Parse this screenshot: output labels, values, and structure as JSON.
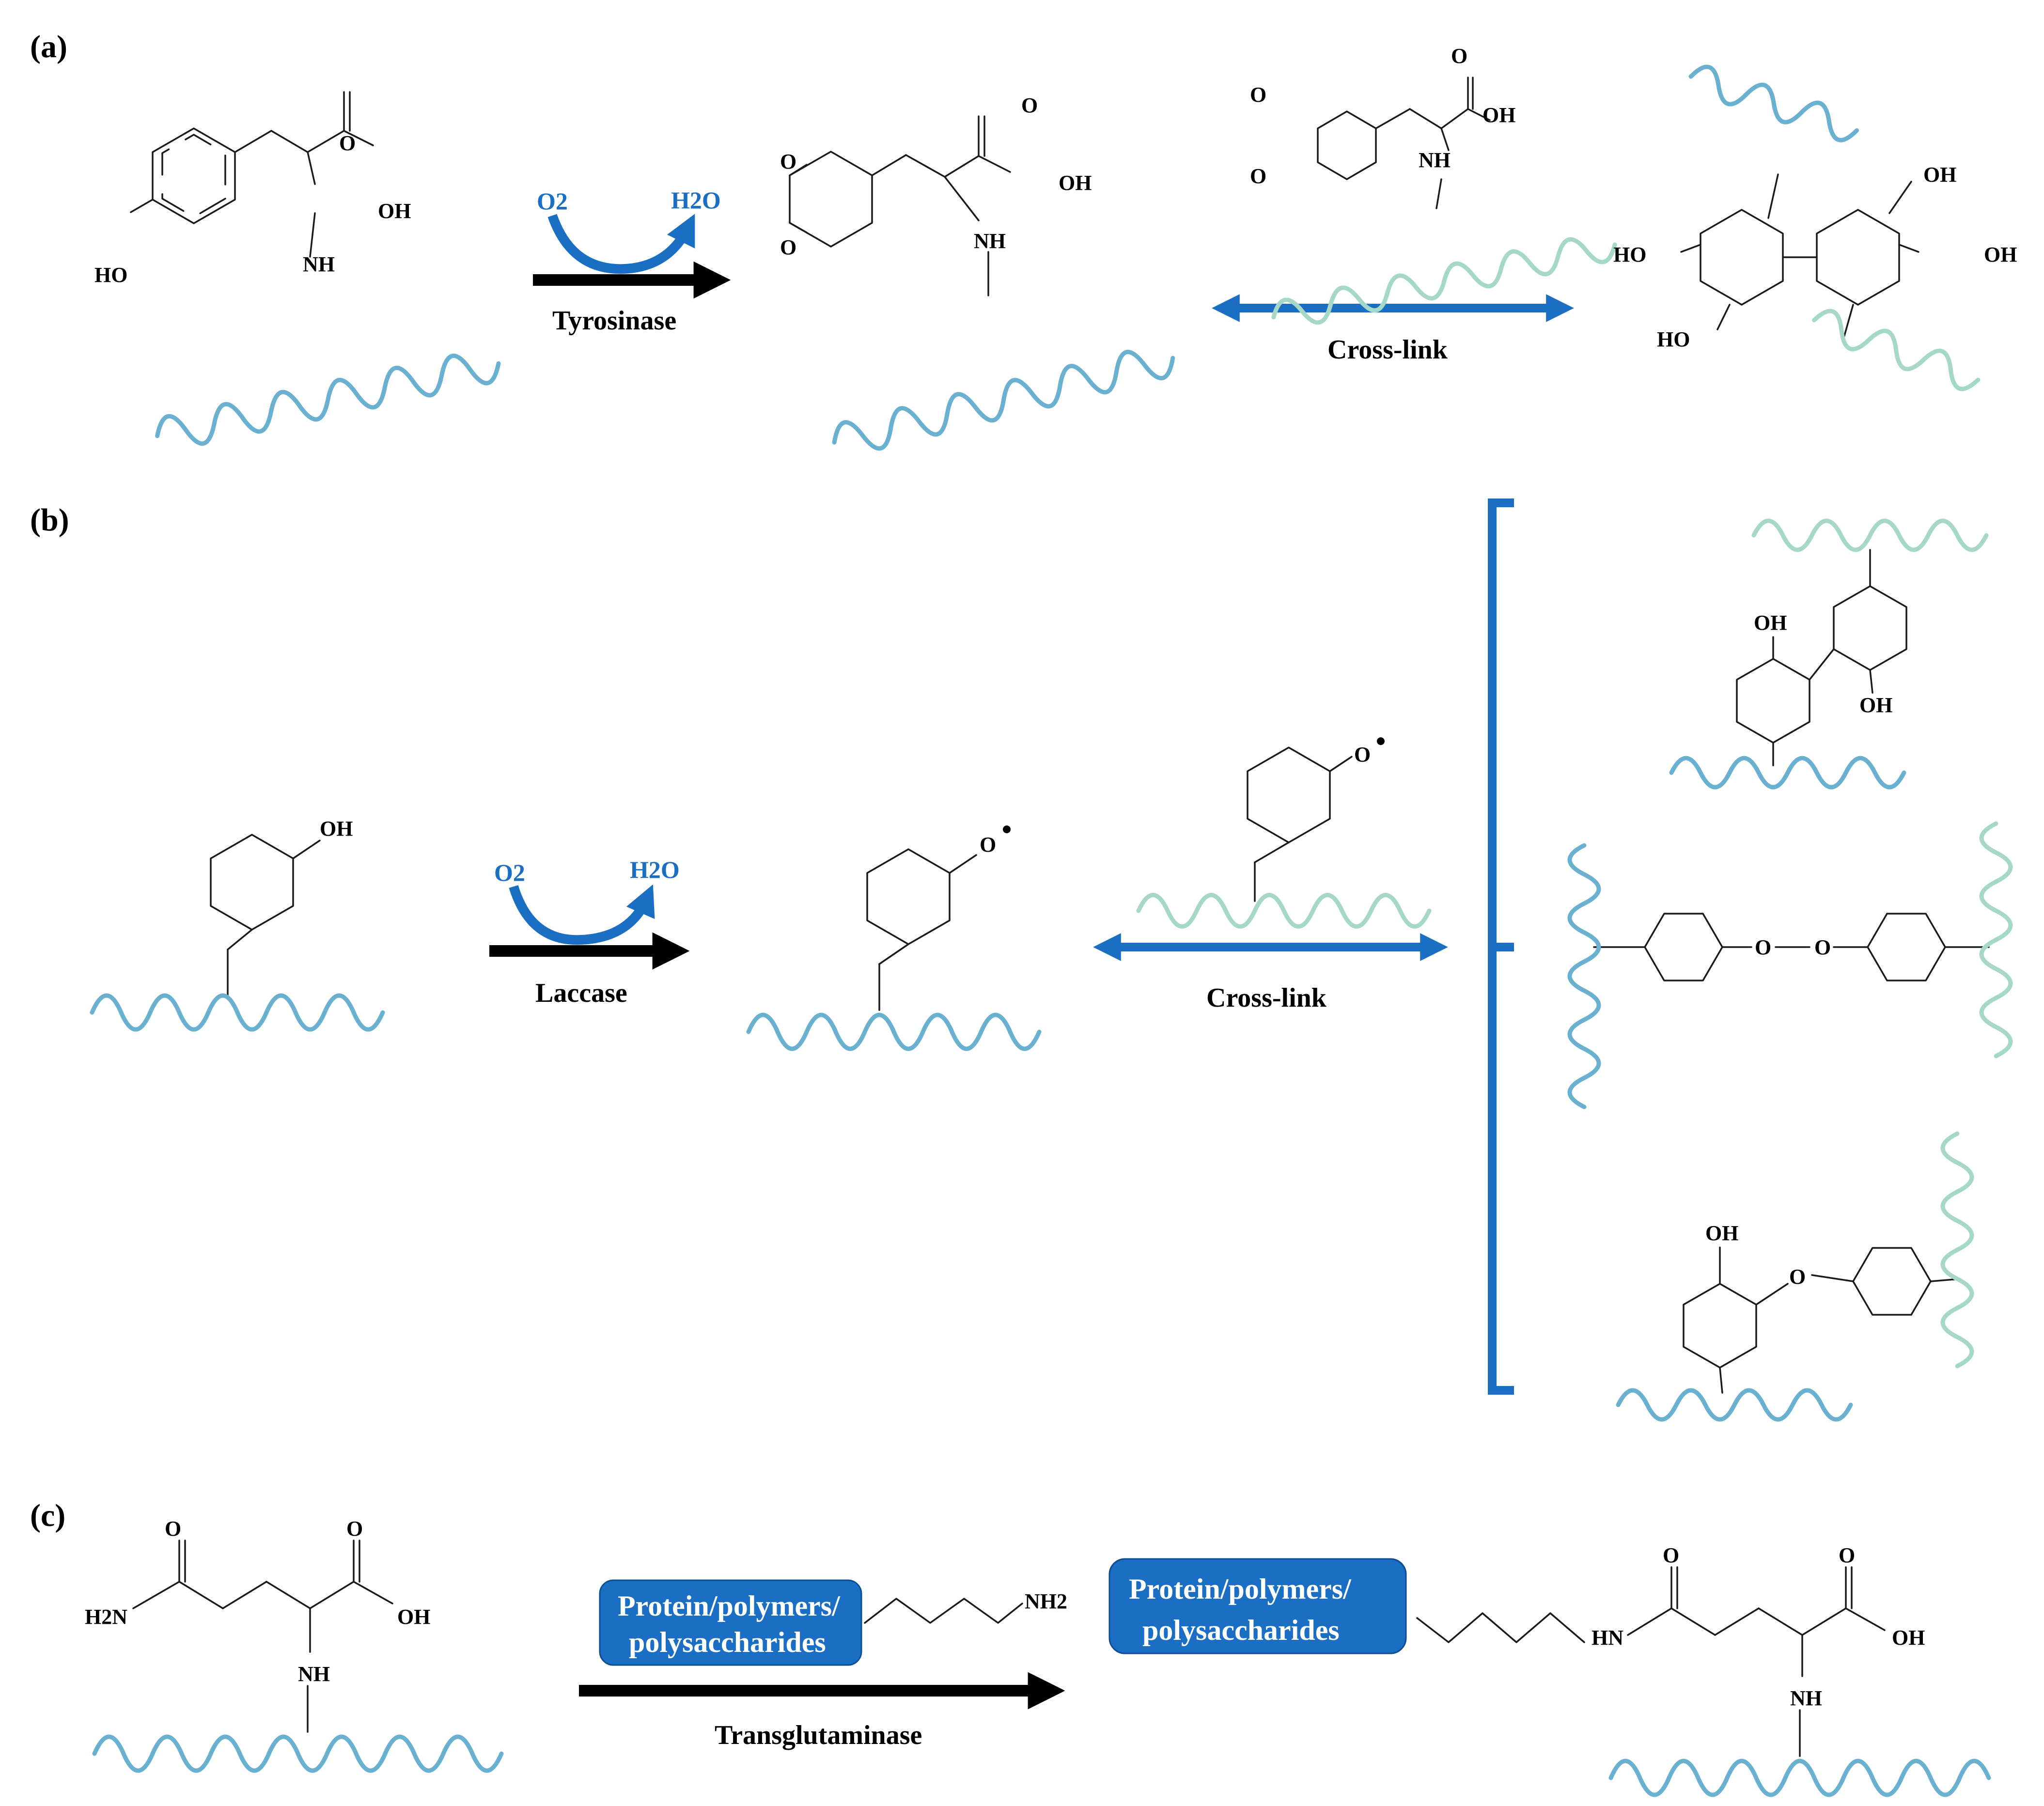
{
  "panels": {
    "a": {
      "label": "(a)",
      "enzyme": "Tyrosinase",
      "reactant": "O2",
      "product": "H2O",
      "crosslink": "Cross-link"
    },
    "b": {
      "label": "(b)",
      "enzyme": "Laccase",
      "reactant": "O2",
      "product": "H2O",
      "crosslink": "Cross-link"
    },
    "c": {
      "label": "(c)",
      "enzyme": "Transglutaminase",
      "box_line1": "Protein/polymers/",
      "box_line2": "polysaccharides"
    }
  },
  "atoms": {
    "O": "O",
    "OH": "OH",
    "HO": "HO",
    "NH": "NH",
    "HN": "HN",
    "NH2": "NH2",
    "H2N": "H2N"
  },
  "colors": {
    "arrow_blue": "#1a6fc4",
    "chain_blue": "#6ab0d0",
    "chain_green": "#a6d8ca",
    "box_fill": "#1a6fc4"
  }
}
